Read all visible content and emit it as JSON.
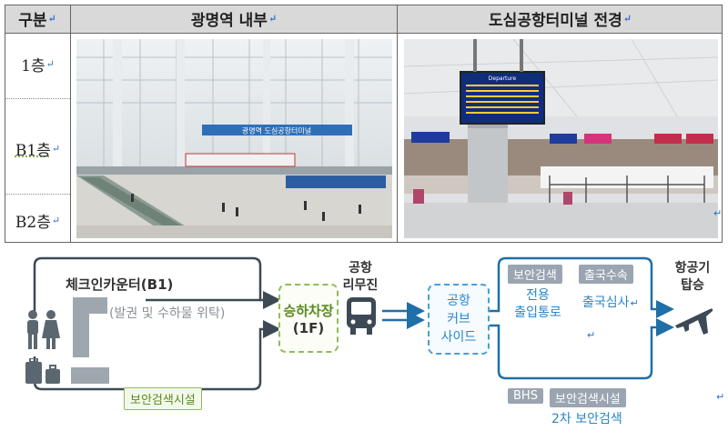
{
  "table": {
    "headers": [
      "구분",
      "광명역 내부",
      "도심공항터미널 전경"
    ],
    "rows": [
      "1층",
      "B1층",
      "B2층"
    ],
    "photo1_sign": "광명역 도심공항터미널",
    "photo2_board": "Departure"
  },
  "diagram": {
    "checkin_title": "체크인카운터(B1)",
    "checkin_sub": "(발권 및 수하물 위탁)",
    "security_left": "보안검색시설",
    "pickup_line1": "승하차장",
    "pickup_line2": "(1F)",
    "limo_line1": "공항",
    "limo_line2": "리무진",
    "curb_line1": "공항",
    "curb_line2": "커브",
    "curb_line3": "사이드",
    "sec_check": "보안검색",
    "exit_proc": "출국수속",
    "dedicated_line1": "전용",
    "dedicated_line2": "출입통로",
    "immigration": "출국심사",
    "bhs": "BHS",
    "security_right": "보안검색시설",
    "second_check": "2차 보안검색",
    "board_line1": "항공기",
    "board_line2": "탑승"
  },
  "colors": {
    "path_dark": "#3d4a55",
    "path_blue": "#1f6fa8",
    "green": "#8fbc5a",
    "blue_light": "#4a9fd4"
  }
}
